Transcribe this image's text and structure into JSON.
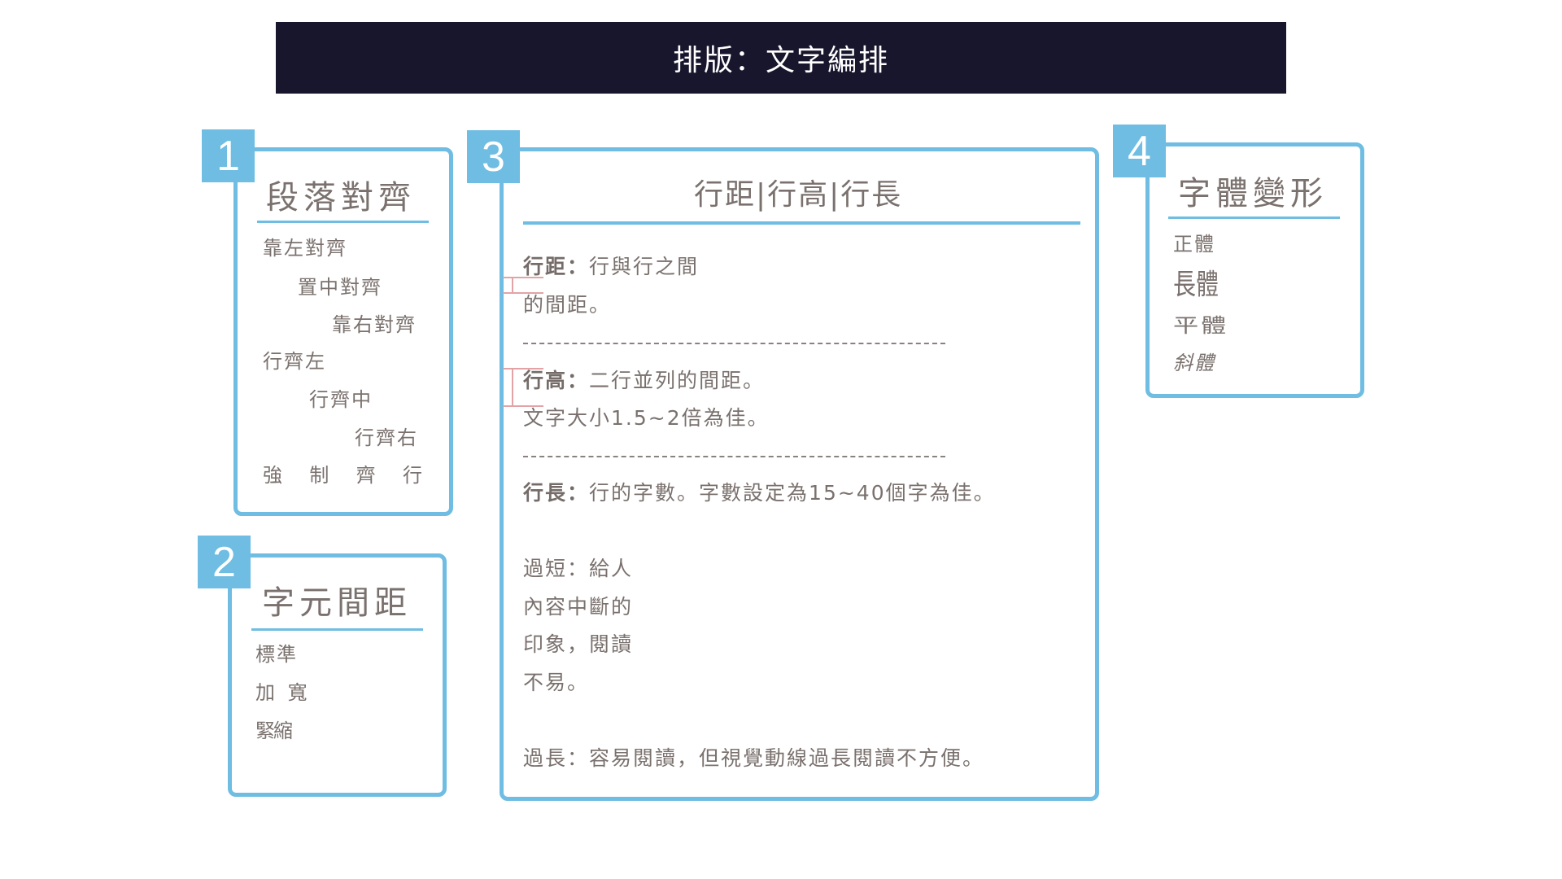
{
  "header": {
    "title": "排版：文字編排"
  },
  "colors": {
    "accent": "#6fbde2",
    "header_bg": "#18162d",
    "text": "#7a716e",
    "marker": "#e3a3a6"
  },
  "box1": {
    "number": "1",
    "title": "段落對齊",
    "items": [
      "靠左對齊",
      "置中對齊",
      "靠右對齊",
      "行齊左",
      "行齊中",
      "行齊右"
    ],
    "justified": [
      "強",
      "制",
      "齊",
      "行"
    ]
  },
  "box2": {
    "number": "2",
    "title": "字元間距",
    "items": [
      "標準",
      "加 寬",
      "緊縮"
    ]
  },
  "box3": {
    "number": "3",
    "title": "行距|行高|行長",
    "line_spacing": {
      "term": "行距",
      "colon": "：",
      "text1": "行與行之間",
      "text2": "的間距。"
    },
    "line_height": {
      "term": "行高",
      "colon": "：",
      "text1": "二行並列的間距。",
      "text2": "文字大小1.5~2倍為佳。"
    },
    "line_length": {
      "term": "行長",
      "colon": "：",
      "text1": "行的字數。字數設定為15~40個字為佳。"
    },
    "too_short": [
      "過短：給人",
      "內容中斷的",
      "印象，閱讀",
      "不易。"
    ],
    "too_long": "過長：容易閱讀，但視覺動線過長閱讀不方便。"
  },
  "box4": {
    "number": "4",
    "title": "字體變形",
    "items": {
      "normal": "正體",
      "tall_a": "長",
      "tall_b": "體",
      "wide_a": "平",
      "wide_b": "體",
      "italic": "斜體"
    }
  }
}
